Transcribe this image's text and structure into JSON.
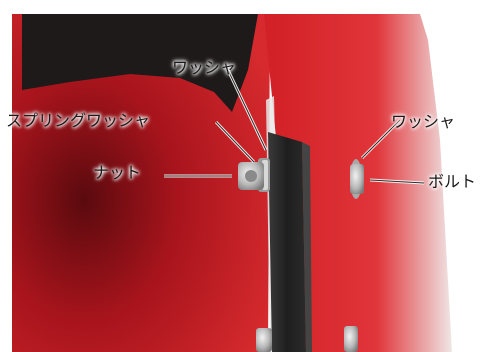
{
  "image": {
    "subject": "bolted joint on red metal part",
    "colors": {
      "red_panel": "#c8202a",
      "red_dark": "#5a0a0e",
      "black_plate": "#1e1e1e",
      "metal": "#b8b8b8",
      "background": "#ffffff"
    }
  },
  "labels": {
    "washer_top": "ワッシャ",
    "spring_washer": "スプリングワッシャ",
    "nut": "ナット",
    "washer_right": "ワッシャ",
    "bolt": "ボルト"
  }
}
